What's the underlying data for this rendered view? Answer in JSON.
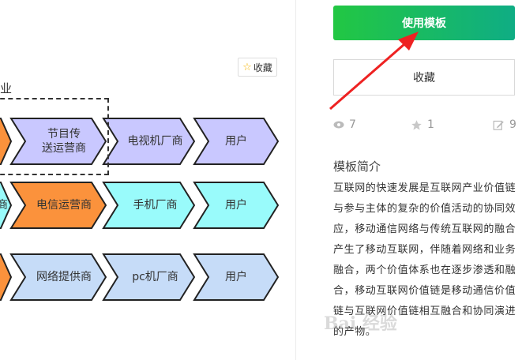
{
  "canvas": {
    "collect_label": "收藏",
    "partial_heading": "业",
    "rows": [
      {
        "items": [
          "",
          "节目传\n送运营商",
          "电视机厂商",
          "用户"
        ]
      },
      {
        "items": [
          "商",
          "电信运营商",
          "手机厂商",
          "用户"
        ]
      },
      {
        "items": [
          "",
          "网络提供商",
          "pc机厂商",
          "用户"
        ]
      }
    ],
    "colors": {
      "orange": "#fb923c",
      "lavender": "#c9c8ff",
      "cyan": "#99fbfb",
      "lightblue": "#c6dcf8",
      "outline": "#222222"
    }
  },
  "sidebar": {
    "use_template_label": "使用模板",
    "collect_label": "收藏",
    "stats": {
      "views": "7",
      "stars": "1",
      "edits": "9"
    },
    "intro_title": "模板简介",
    "intro_text": "互联网的快速发展是互联网产业价值链与参与主体的复杂的价值活动的协同效应，移动通信网络与传统互联网的融合产生了移动互联网，伴随着网络和业务融合，两个价值体系也在逐步渗透和融合，移动互联网价值链是移动通信价值链与互联网价值链相互融合和协同演进的产物。",
    "accent_color": "#22c743",
    "annotation_arrow_color": "#ee2222"
  }
}
